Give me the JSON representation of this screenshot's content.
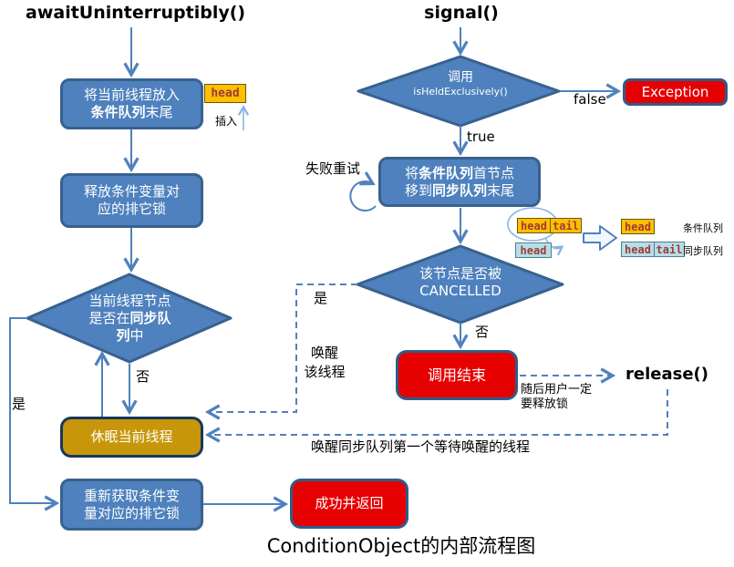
{
  "page": {
    "caption": "ConditionObject的内部流程图"
  },
  "left": {
    "title": "awaitUninterruptibly()",
    "enqueue_box": {
      "line1": "将当前线程放入",
      "line2_bold": "条件队列",
      "line2_rest": "末尾"
    },
    "head_tag": "head",
    "insert_label": "插入",
    "release_box": {
      "line1": "释放条件变量对",
      "line2": "应的排它锁"
    },
    "in_sync_diamond": {
      "line1": "当前线程节点",
      "line2_pre": "是否在",
      "line2_bold": "同步队",
      "line3_bold": "列",
      "line3_rest": "中"
    },
    "no_label": "否",
    "yes_label": "是",
    "sleep_box": {
      "label": "休眠当前线程"
    },
    "reacquire_box": {
      "line1": "重新获取条件变",
      "line2": "量对应的排它锁"
    },
    "success_box": {
      "label": "成功并返回"
    }
  },
  "right": {
    "title": "signal()",
    "held_diamond": {
      "line1": "调用",
      "line2": "isHeldExclusively()"
    },
    "false_label": "false",
    "exception_box": {
      "label": "Exception"
    },
    "true_label": "true",
    "retry_label": "失败重试",
    "move_box": {
      "line1_pre": "将",
      "line1_bold": "条件队列",
      "line1_rest": "首节点",
      "line2_pre": "移到",
      "line2_bold": "同步队列",
      "line2_rest": "末尾"
    },
    "cancelled_diamond": {
      "line1": "该节点是否被",
      "line2": "CANCELLED"
    },
    "yes_label": "是",
    "wake_label": {
      "line1": "唤醒",
      "line2": "该线程"
    },
    "no_label": "否",
    "end_box": {
      "label": "调用结束"
    },
    "release_title": "release()",
    "release_note": {
      "line1": "随后用户一定",
      "line2": "要释放锁"
    },
    "wake_sync_label": "唤醒同步队列第一个等待唤醒的线程"
  },
  "queues": {
    "before": {
      "cond": [
        "head",
        "tail"
      ],
      "sync": [
        "head"
      ]
    },
    "after": {
      "cond": [
        "head"
      ],
      "sync": [
        "head",
        "tail"
      ]
    },
    "cond_label": "条件队列",
    "sync_label": "同步队列"
  },
  "colors": {
    "node_blue": "#4e81bd",
    "node_border": "#38618f",
    "gold": "#c8960b",
    "red": "#e60000",
    "orange": "#ffc000",
    "teal": "#b7dee8",
    "arrow": "#4f81bd"
  }
}
